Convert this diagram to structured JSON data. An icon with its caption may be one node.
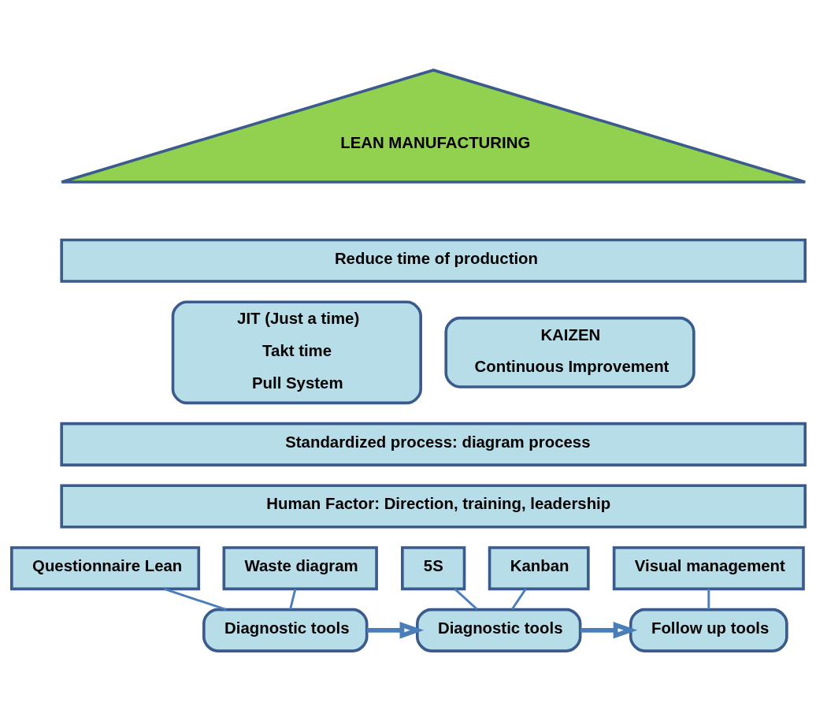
{
  "diagram": {
    "nodes": [
      {
        "text": [
          "LEAN MANUFACTURING"
        ]
      },
      {
        "text": [
          "Reduce time of production"
        ]
      },
      {
        "text": [
          "JIT (Just a time)",
          "Takt time",
          "Pull System"
        ]
      },
      {
        "text": [
          "KAIZEN",
          "Continuous Improvement"
        ]
      },
      {
        "text": [
          "Standardized process: diagram process"
        ]
      },
      {
        "text": [
          "Human Factor: Direction, training, leadership"
        ]
      },
      {
        "text": [
          "Questionnaire Lean"
        ]
      },
      {
        "text": [
          "Waste diagram"
        ]
      },
      {
        "text": [
          "5S"
        ]
      },
      {
        "text": [
          "Kanban"
        ]
      },
      {
        "text": [
          "Visual management"
        ]
      },
      {
        "text": [
          "Diagnostic tools"
        ]
      },
      {
        "text": [
          "Diagnostic tools"
        ]
      },
      {
        "text": [
          "Follow up tools"
        ]
      }
    ],
    "edges": [
      {
        "from": 6,
        "to": 11,
        "arrow": "none"
      },
      {
        "from": 7,
        "to": 11,
        "arrow": "none"
      },
      {
        "from": 8,
        "to": 12,
        "arrow": "none"
      },
      {
        "from": 9,
        "to": 12,
        "arrow": "none"
      },
      {
        "from": 10,
        "to": 13,
        "arrow": "none"
      },
      {
        "from": 11,
        "to": 12,
        "arrow": "to",
        "style": "thick"
      },
      {
        "from": 12,
        "to": 13,
        "arrow": "to",
        "style": "thick"
      }
    ]
  }
}
